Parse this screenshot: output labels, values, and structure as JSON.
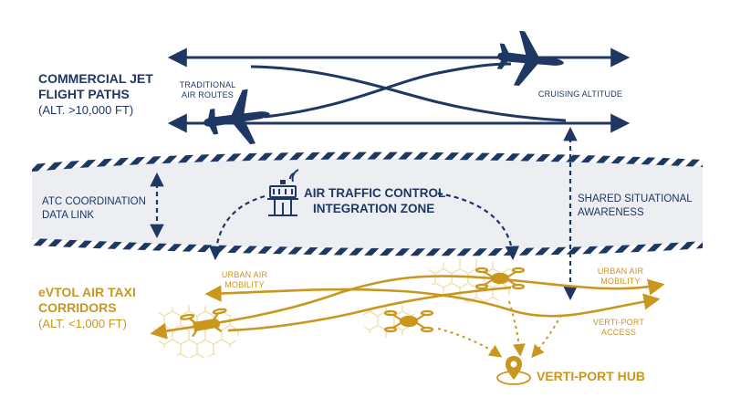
{
  "commercial": {
    "title_line1": "COMMERCIAL JET",
    "title_line2": "FLIGHT PATHS",
    "altitude": "(ALT. >10,000 FT)",
    "routes_line1": "TRADITIONAL",
    "routes_line2": "AIR ROUTES",
    "cruising": "CRUISING ALTITUDE"
  },
  "atc": {
    "datalink_line1": "ATC COORDINATION",
    "datalink_line2": "DATA LINK",
    "zone_line1": "AIR TRAFFIC CONTROL",
    "zone_line2": "INTEGRATION ZONE",
    "shared_line1": "SHARED SITUATIONAL",
    "shared_line2": "AWARENESS"
  },
  "evtol": {
    "title_line1": "eVTOL AIR TAXI",
    "title_line2": "CORRIDORS",
    "altitude": "(ALT. <1,000 FT)",
    "urban_left_line1": "URBAN AIR",
    "urban_left_line2": "MOBILITY",
    "urban_right_line1": "URBAN AIR",
    "urban_right_line2": "MOBILITY",
    "access_line1": "VERTI-PORT",
    "access_line2": "ACCESS",
    "hub": "VERTI-PORT HUB"
  },
  "colors": {
    "navy": "#1f3763",
    "gold": "#c9961e",
    "band": "#eceef2"
  },
  "icons": [
    "airplane-icon",
    "control-tower-icon",
    "drone-icon",
    "location-pin-icon"
  ]
}
